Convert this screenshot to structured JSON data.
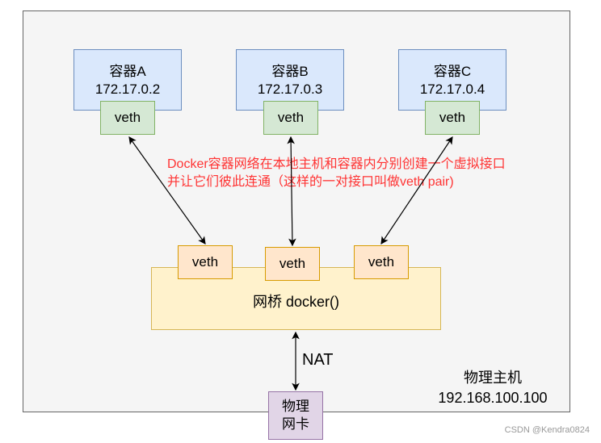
{
  "containers": [
    {
      "name": "容器A",
      "ip": "172.17.0.2",
      "veth": "veth"
    },
    {
      "name": "容器B",
      "ip": "172.17.0.3",
      "veth": "veth"
    },
    {
      "name": "容器C",
      "ip": "172.17.0.4",
      "veth": "veth"
    }
  ],
  "bridge": {
    "label": "网桥 docker()",
    "veths": [
      "veth",
      "veth",
      "veth"
    ]
  },
  "note": {
    "line1": "Docker容器网络在本地主机和容器内分别创建一个虚拟接口",
    "line2": "并让它们彼此连通（这样的一对接口叫做veth pair)",
    "color": "#ff3333"
  },
  "nat_label": "NAT",
  "nic": {
    "line1": "物理",
    "line2": "网卡"
  },
  "host": {
    "name": "物理主机",
    "ip": "192.168.100.100"
  },
  "watermark": "CSDN @Kendra0824",
  "colors": {
    "container_fill": "#dae8fc",
    "veth_top_fill": "#d5e8d4",
    "bridge_fill": "#fff2cc",
    "veth_bottom_fill": "#ffe6cc",
    "nic_fill": "#e1d5e7"
  }
}
